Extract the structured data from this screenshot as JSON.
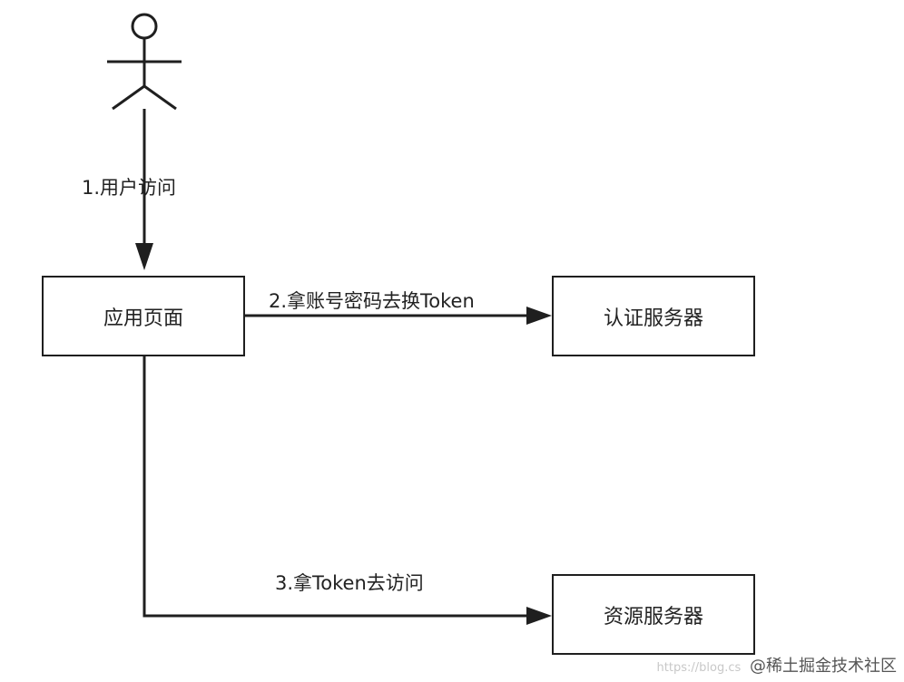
{
  "nodes": {
    "app_page": "应用页面",
    "auth_server": "认证服务器",
    "resource_server": "资源服务器"
  },
  "edges": {
    "user_access": "1.用户访问",
    "exchange_token": "2.拿账号密码去换Token",
    "access_with_token": "3.拿Token去访问"
  },
  "watermark": {
    "url": "https://blog.cs",
    "text": "@稀土掘金技术社区"
  }
}
